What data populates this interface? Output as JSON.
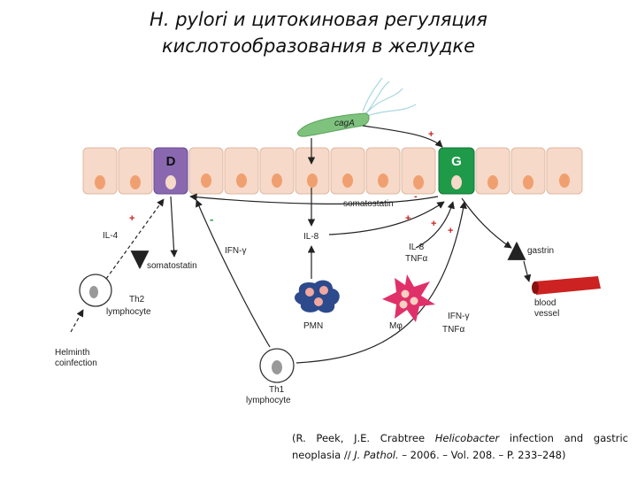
{
  "title": {
    "line1": "H. pylori и цитокиновая регуляция",
    "line2": "кислотообразования в желудке"
  },
  "diagram": {
    "bacterium_label": "cagA",
    "d_cell_label": "D",
    "g_cell_label": "G",
    "somatostatin_top": "somatostatin",
    "somatostatin_left": "somatostatin",
    "il4": "IL-4",
    "il8": "IL-8",
    "ifn_gamma": "IFN-γ",
    "il8_tnf_line1": "IL-8",
    "il8_tnf_line2": "TNFα",
    "gastrin": "gastrin",
    "blood_vessel_line1": "blood",
    "blood_vessel_line2": "vessel",
    "th2_line1": "Th2",
    "th2_line2": "lymphocyte",
    "pmn": "PMN",
    "macrophage": "Mφ",
    "ifn_tnf_line1": "IFN-γ",
    "ifn_tnf_line2": "TNFα",
    "helminth_line1": "Helminth",
    "helminth_line2": "coinfection",
    "th1_line1": "Th1",
    "th1_line2": "lymphocyte",
    "plus": "+",
    "minus": "-"
  },
  "citation": {
    "prefix": "(R. Peek, J.E. Crabtree ",
    "italic1": "Helicobacter",
    "middle": " infection and gastric neoplasia // ",
    "italic2": "J. Pathol.",
    "suffix": " – 2006. – Vol. 208. – P. 233–248)"
  },
  "colors": {
    "cell_fill": "#f6d9c8",
    "nucleus": "#f0a070",
    "d_cell": "#8a68b0",
    "g_cell": "#1e9a48",
    "bacterium": "#7ec27e",
    "pmn": "#2c4a8c",
    "macrophage": "#e0306a",
    "vessel": "#cc2222",
    "plus_minus": "#cc2222"
  }
}
